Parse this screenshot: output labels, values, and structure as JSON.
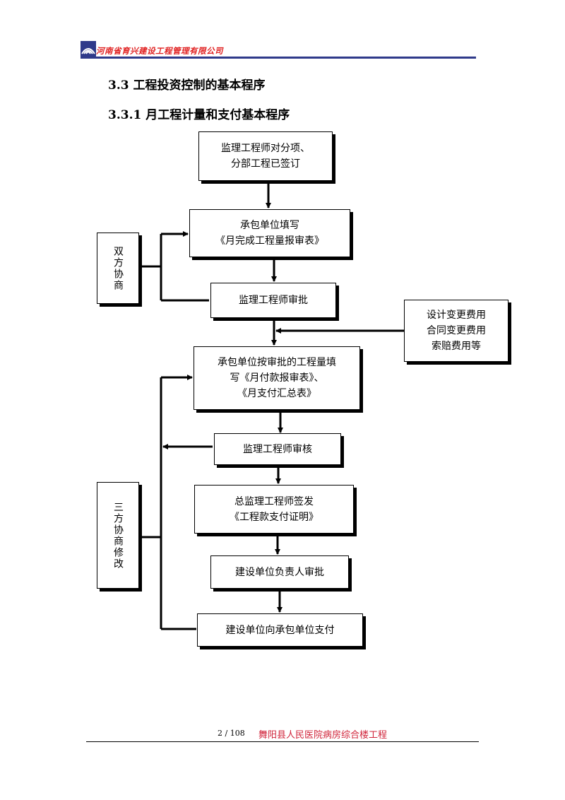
{
  "header": {
    "company": "河南省育兴建设工程管理有限公司",
    "logo_icon": "company-logo-icon",
    "accent_color": "#e02020",
    "rule_color": "#2f3a8a"
  },
  "headings": {
    "section": "3.3 工程投资控制的基本程序",
    "subsection": "3.3.1 月工程计量和支付基本程序"
  },
  "flow": {
    "step1": [
      "监理工程师对分项、",
      "分部工程已签订"
    ],
    "step2": [
      "承包单位填写",
      "《月完成工程量报审表》"
    ],
    "step3": [
      "监理工程师审批"
    ],
    "step4": [
      "承包单位按审批的工程量填",
      "写《月付款报审表》、",
      "《月支付汇总表》"
    ],
    "step5": [
      "监理工程师审核"
    ],
    "step6": [
      "总监理工程师签发",
      "《工程款支付证明》"
    ],
    "step7": [
      "建设单位负责人审批"
    ],
    "step8": [
      "建设单位向承包单位支付"
    ],
    "side_changes": [
      "设计变更费用",
      "合同变更费用",
      "索赔费用等"
    ],
    "side_bilateral": "双方协商",
    "side_trilateral": "三方协商修改"
  },
  "footer": {
    "page": "2 / 108",
    "project": "舞阳县人民医院病房综合楼工程",
    "project_color": "#d0243a"
  }
}
